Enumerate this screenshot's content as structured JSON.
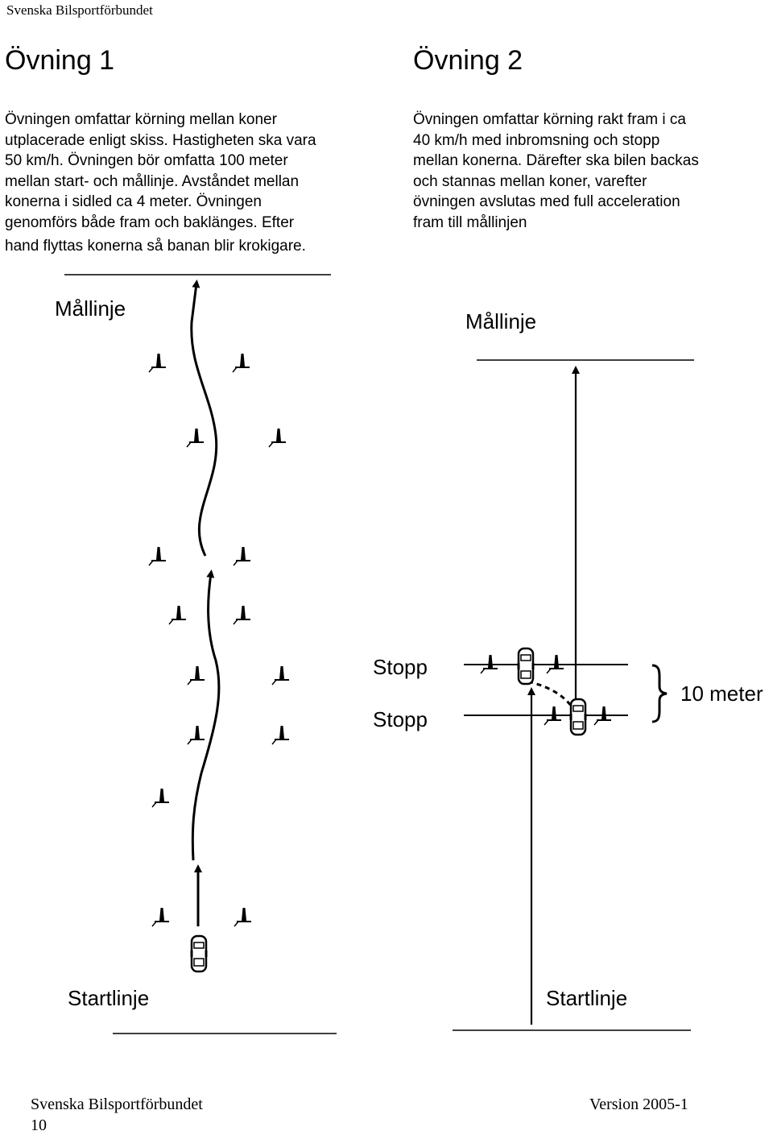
{
  "header": {
    "org": "Svenska Bilsportförbundet"
  },
  "exercise1": {
    "title": "Övning 1",
    "lines": [
      "Övningen omfattar körning mellan koner",
      "utplacerade enligt skiss. Hastigheten ska vara",
      "50 km/h. Övningen bör omfatta 100 meter",
      "mellan start- och mållinje. Avståndet mellan",
      "konerna i sidled ca 4 meter. Övningen",
      "genomförs både fram och baklänges. Efter",
      "hand flyttas konerna så banan blir krokigare."
    ],
    "finish_label": "Mållinje",
    "start_label": "Startlinje"
  },
  "exercise2": {
    "title": "Övning 2",
    "lines": [
      "Övningen omfattar körning rakt fram i ca",
      "40 km/h med inbromsning och stopp",
      "mellan konerna. Därefter ska bilen backas",
      "och stannas mellan koner, varefter",
      "övningen avslutas med full acceleration",
      "fram till mållinjen"
    ],
    "finish_label": "Mållinje",
    "stop_label_1": "Stopp",
    "stop_label_2": "Stopp",
    "distance_label": "10 meter",
    "start_label": "Startlinje"
  },
  "footer": {
    "org": "Svenska Bilsportförbundet",
    "page_number": "10",
    "version": "Version 2005-1"
  },
  "icons": {
    "cone": "traffic-cone-icon",
    "car": "car-icon",
    "arrow": "arrow-up-icon"
  }
}
